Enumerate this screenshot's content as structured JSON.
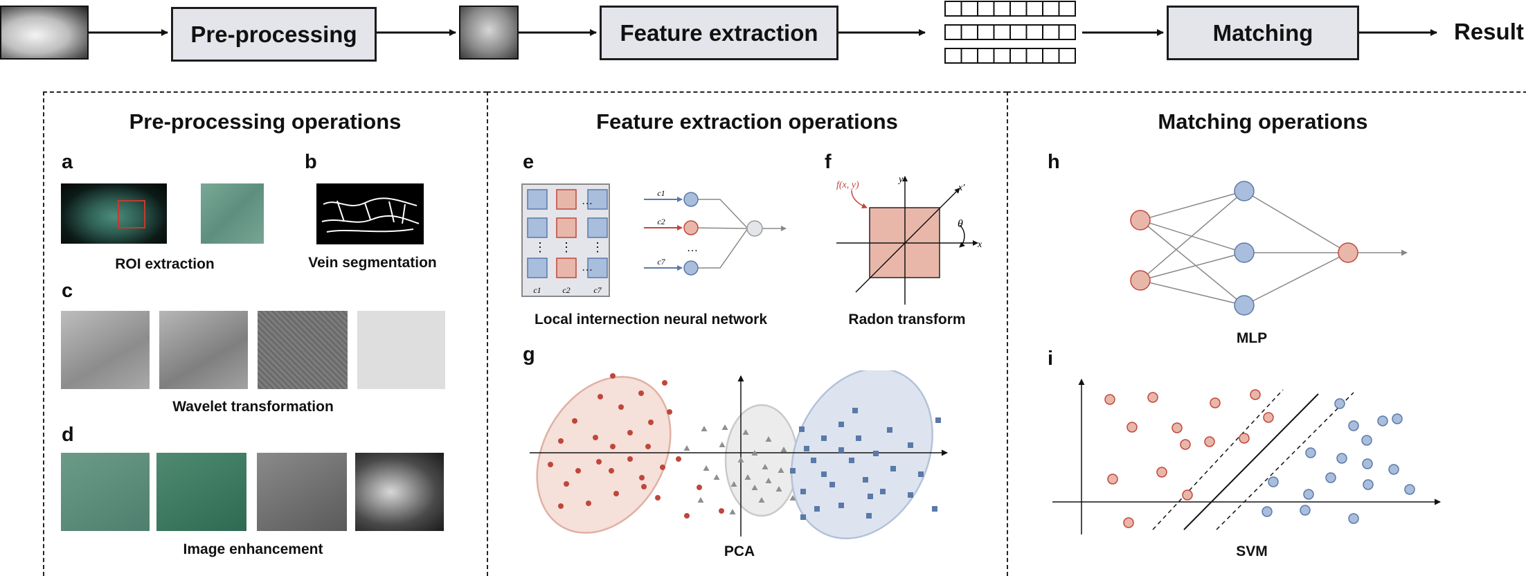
{
  "pipeline": {
    "preprocessing": "Pre-processing",
    "feature_extraction": "Feature extraction",
    "matching": "Matching",
    "result": "Result"
  },
  "sections": {
    "preprocessing": "Pre-processing operations",
    "feature_extraction": "Feature extraction operations",
    "matching": "Matching operations"
  },
  "panels": {
    "a": {
      "letter": "a",
      "caption": "ROI extraction"
    },
    "b": {
      "letter": "b",
      "caption": "Vein segmentation"
    },
    "c": {
      "letter": "c",
      "caption": "Wavelet transformation"
    },
    "d": {
      "letter": "d",
      "caption": "Image enhancement"
    },
    "e": {
      "letter": "e",
      "caption": "Local internection neural network"
    },
    "f": {
      "letter": "f",
      "caption": "Radon transform"
    },
    "g": {
      "letter": "g",
      "caption": "PCA"
    },
    "h": {
      "letter": "h",
      "caption": "MLP"
    },
    "i": {
      "letter": "i",
      "caption": "SVM"
    }
  },
  "lnn": {
    "ellipsis": "…",
    "vdots": "⋮",
    "col_labels": [
      "c1",
      "c2",
      "c7"
    ],
    "line_labels": [
      "c1",
      "c2",
      "c7"
    ]
  },
  "radon": {
    "func": "f(x, y)",
    "x": "x",
    "y": "y",
    "xp": "x'",
    "theta": "θ"
  },
  "colors": {
    "red": "#c0463a",
    "red_fill": "#e8b7aa",
    "blue": "#5a79a8",
    "blue_fill": "#a9bddc",
    "box_fill": "#e4e5ea",
    "grey": "#888888"
  }
}
